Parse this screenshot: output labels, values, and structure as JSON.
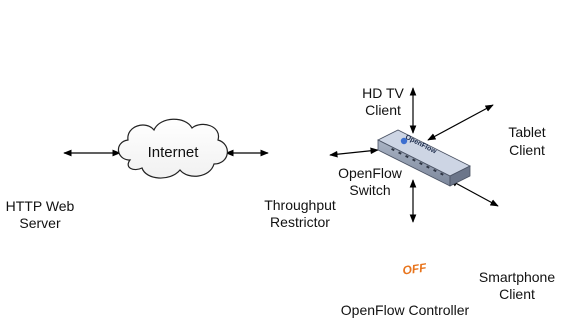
{
  "nodes": {
    "http_server": {
      "label": [
        "HTTP Web",
        "Server"
      ]
    },
    "internet": {
      "label": "Internet"
    },
    "throughput_restrictor": {
      "label": [
        "Throughput",
        "Restrictor"
      ]
    },
    "openflow_switch": {
      "label": [
        "OpenFlow",
        "Switch"
      ],
      "badge": "OpenFlow"
    },
    "hdtv_client": {
      "label": [
        "HD TV",
        "Client"
      ]
    },
    "tablet_client": {
      "label": [
        "Tablet",
        "Client"
      ]
    },
    "smartphone_client": {
      "label": [
        "Smartphone",
        "Client"
      ]
    },
    "openflow_controller": {
      "label": "OpenFlow Controller",
      "logo": "OFF"
    }
  },
  "colors": {
    "server_light": "#f6f0de",
    "server_mid": "#e2d6b4",
    "server_dark": "#c8b98e",
    "server_outline": "#6e6449",
    "led_green": "#1e8a1e",
    "switch_body": "#9aa4b6",
    "switch_top": "#cdd5e4",
    "logo_orange": "#e8741c",
    "edge": "#000000"
  },
  "icons": {
    "server": "server-tower-icon",
    "cloud": "cloud-icon",
    "switch": "network-switch-icon"
  }
}
